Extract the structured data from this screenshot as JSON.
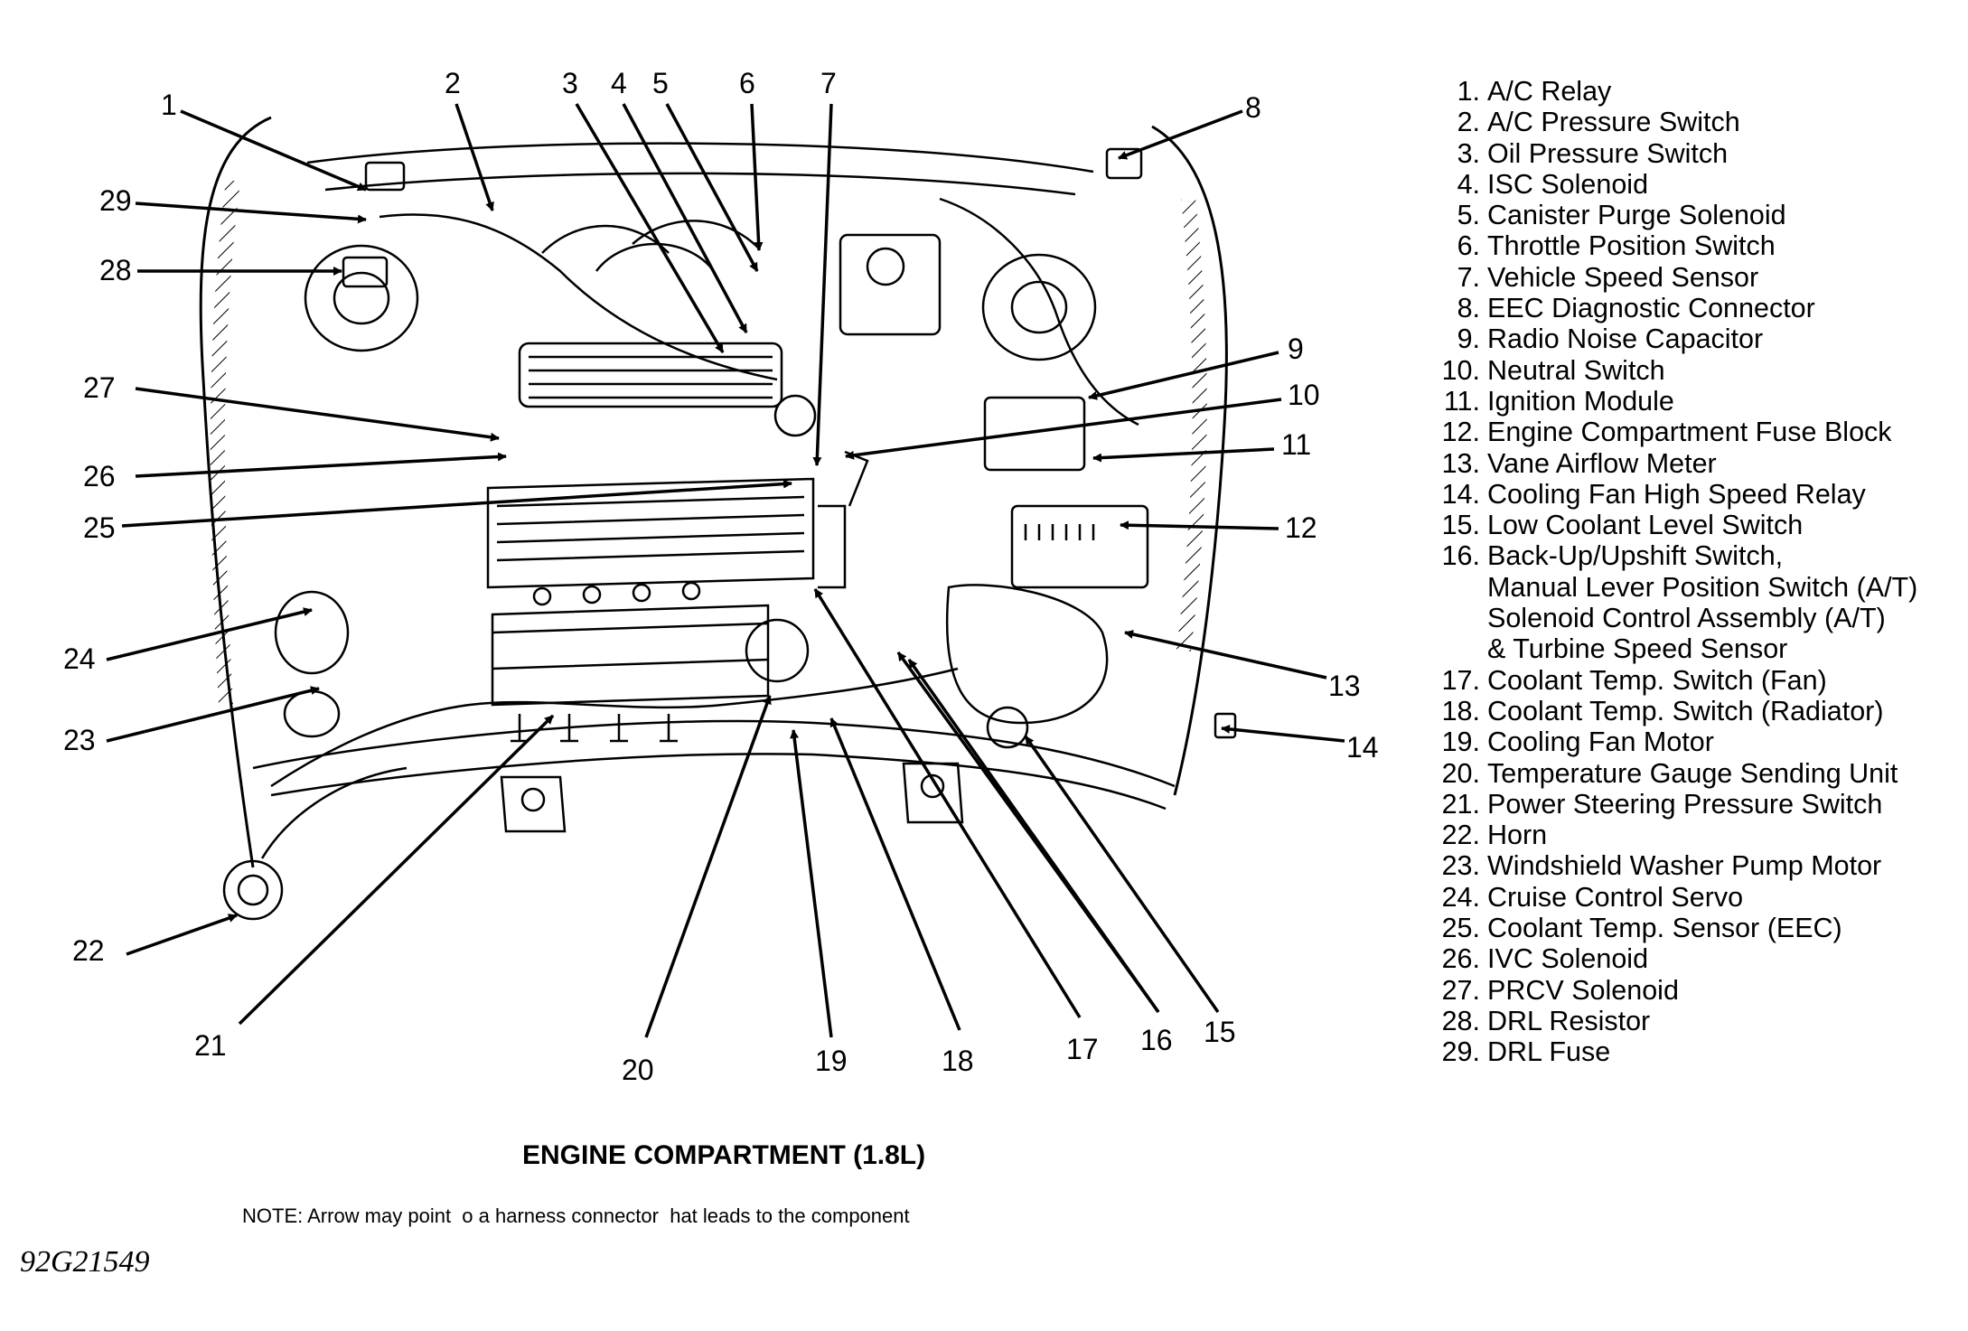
{
  "legend": [
    {
      "num": "1.",
      "text": "A/C Relay"
    },
    {
      "num": "2.",
      "text": "A/C Pressure Switch"
    },
    {
      "num": "3.",
      "text": "Oil Pressure Switch"
    },
    {
      "num": "4.",
      "text": "ISC Solenoid"
    },
    {
      "num": "5.",
      "text": "Canister Purge Solenoid"
    },
    {
      "num": "6.",
      "text": "Throttle Position Switch"
    },
    {
      "num": "7.",
      "text": "Vehicle Speed Sensor"
    },
    {
      "num": "8.",
      "text": "EEC Diagnostic Connector"
    },
    {
      "num": "9.",
      "text": "Radio Noise Capacitor"
    },
    {
      "num": "10.",
      "text": "Neutral Switch"
    },
    {
      "num": "11.",
      "text": "Ignition Module"
    },
    {
      "num": "12.",
      "text": "Engine Compartment Fuse Block"
    },
    {
      "num": "13.",
      "text": "Vane Airflow Meter"
    },
    {
      "num": "14.",
      "text": "Cooling Fan High Speed Relay"
    },
    {
      "num": "15.",
      "text": "Low Coolant Level Switch"
    },
    {
      "num": "16.",
      "text": "Back-Up/Upshift Switch,",
      "cont": [
        "Manual Lever Position Switch (A/T)",
        "Solenoid Control Assembly (A/T)",
        "& Turbine Speed Sensor"
      ]
    },
    {
      "num": "17.",
      "text": "Coolant Temp. Switch (Fan)"
    },
    {
      "num": "18.",
      "text": "Coolant Temp. Switch (Radiator)"
    },
    {
      "num": "19.",
      "text": "Cooling Fan Motor"
    },
    {
      "num": "20.",
      "text": "Temperature Gauge Sending Unit"
    },
    {
      "num": "21.",
      "text": "Power Steering Pressure Switch"
    },
    {
      "num": "22.",
      "text": "Horn"
    },
    {
      "num": "23.",
      "text": "Windshield Washer Pump Motor"
    },
    {
      "num": "24.",
      "text": "Cruise Control Servo"
    },
    {
      "num": "25.",
      "text": "Coolant Temp. Sensor (EEC)"
    },
    {
      "num": "26.",
      "text": "IVC Solenoid"
    },
    {
      "num": "27.",
      "text": "PRCV Solenoid"
    },
    {
      "num": "28.",
      "text": "DRL Resistor"
    },
    {
      "num": "29.",
      "text": "DRL Fuse"
    }
  ],
  "callouts": [
    "1",
    "2",
    "3",
    "4",
    "5",
    "6",
    "7",
    "8",
    "9",
    "10",
    "11",
    "12",
    "13",
    "14",
    "15",
    "16",
    "17",
    "18",
    "19",
    "20",
    "21",
    "22",
    "23",
    "24",
    "25",
    "26",
    "27",
    "28",
    "29"
  ],
  "title": "ENGINE COMPARTMENT (1.8L)",
  "note": "NOTE: Arrow may point  o a harness connector  hat leads to the component",
  "figure_code": "92G21549"
}
